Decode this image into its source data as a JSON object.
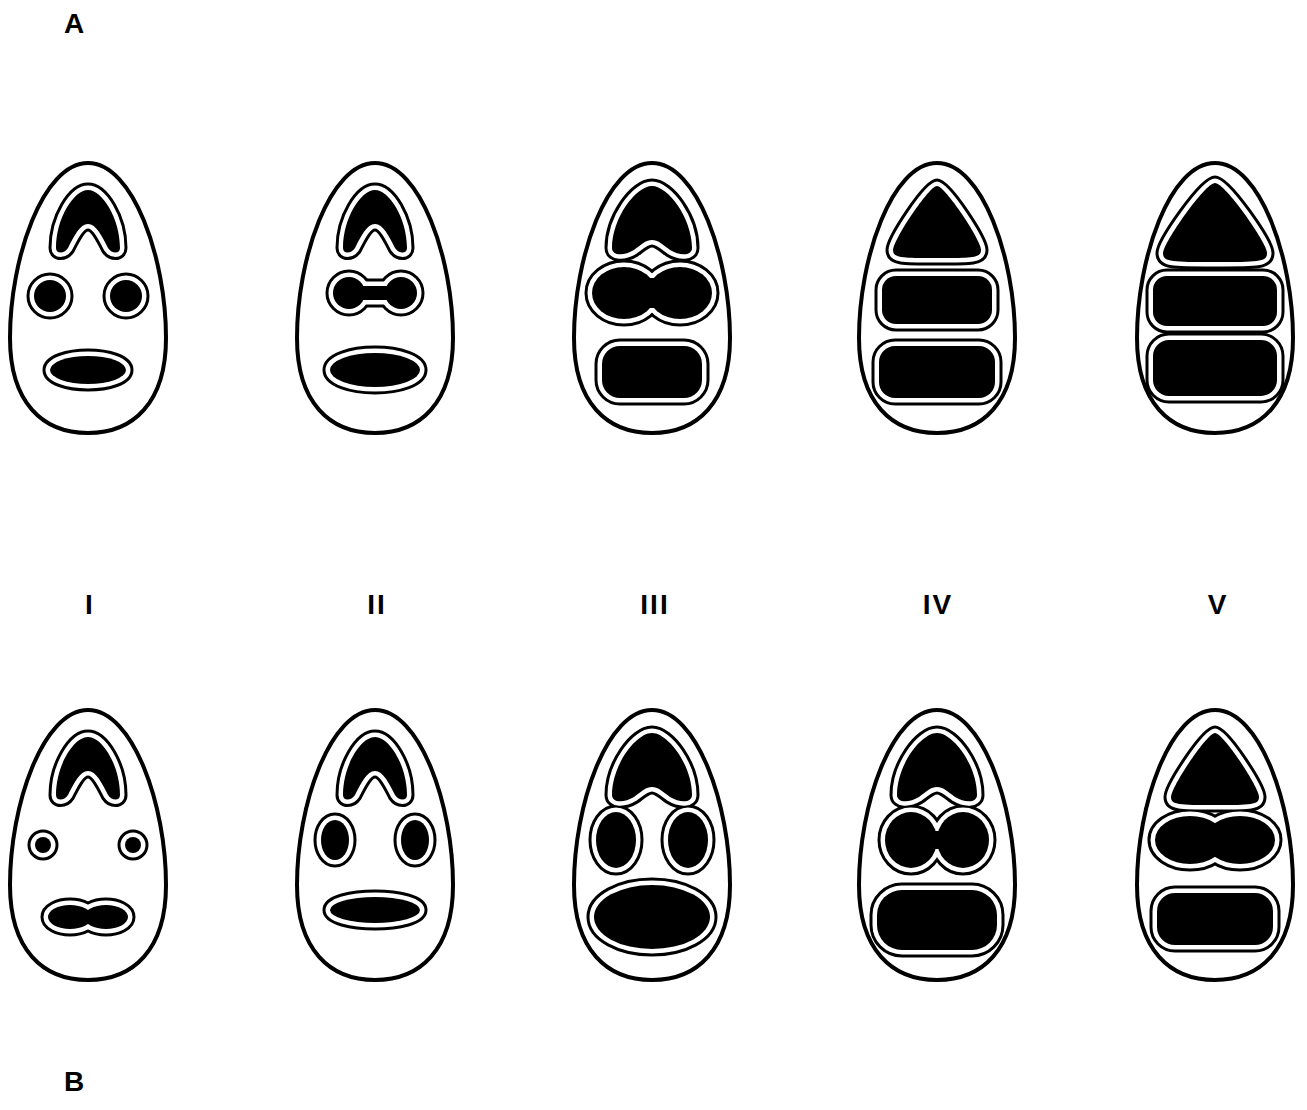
{
  "diagram": {
    "labels": [
      "A",
      "I",
      "II",
      "III",
      "IV",
      "V",
      "B"
    ]
  }
}
